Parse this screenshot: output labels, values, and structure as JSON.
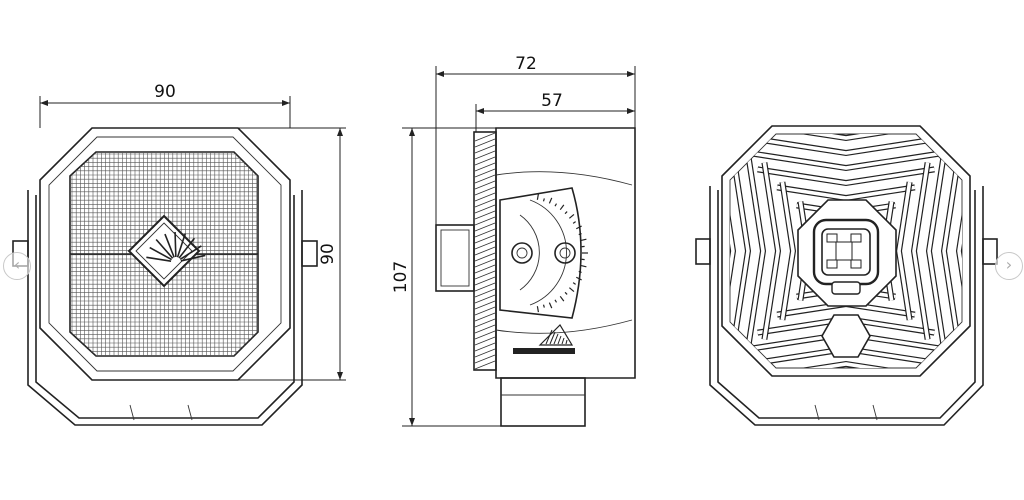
{
  "dimensions": {
    "front_width": "90",
    "front_height": "90",
    "side_total_depth": "72",
    "side_body_depth": "57",
    "side_height": "107"
  },
  "colors": {
    "line": "#222222",
    "background": "#ffffff"
  },
  "nav": {
    "prev_icon": "chevron-left-icon",
    "next_icon": "chevron-right-icon",
    "prev_glyph": "‹",
    "next_glyph": "›"
  }
}
